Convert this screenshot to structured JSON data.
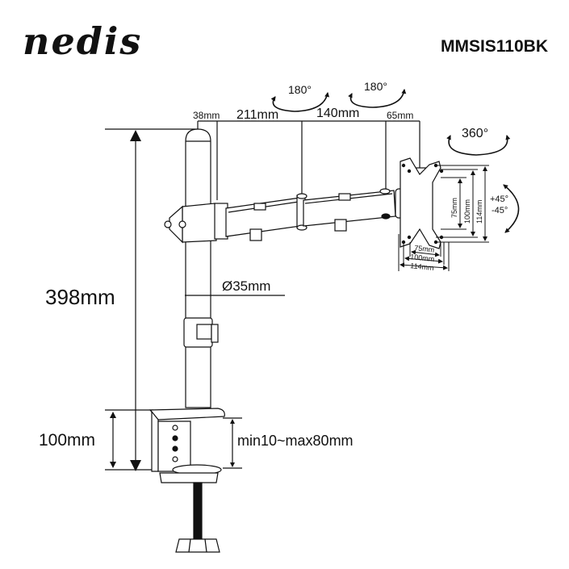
{
  "header": {
    "brand": "nedis",
    "model": "MMSIS110BK"
  },
  "dimensions": {
    "pole_height": "398mm",
    "pole_diameter": "Ø35mm",
    "clamp_height": "100mm",
    "desk_thickness": "min10~max80mm",
    "arm_segments": [
      "38mm",
      "211mm",
      "140mm",
      "65mm"
    ],
    "vesa_horizontal": [
      "75mm",
      "100mm",
      "114mm"
    ],
    "vesa_vertical": [
      "75mm",
      "100mm",
      "114mm"
    ]
  },
  "rotations": {
    "arm_joint_1": "180°",
    "arm_joint_2": "180°",
    "head_swivel": "360°",
    "tilt_up": "+45°",
    "tilt_down": "-45°"
  },
  "colors": {
    "line": "#111111",
    "background": "#ffffff"
  }
}
